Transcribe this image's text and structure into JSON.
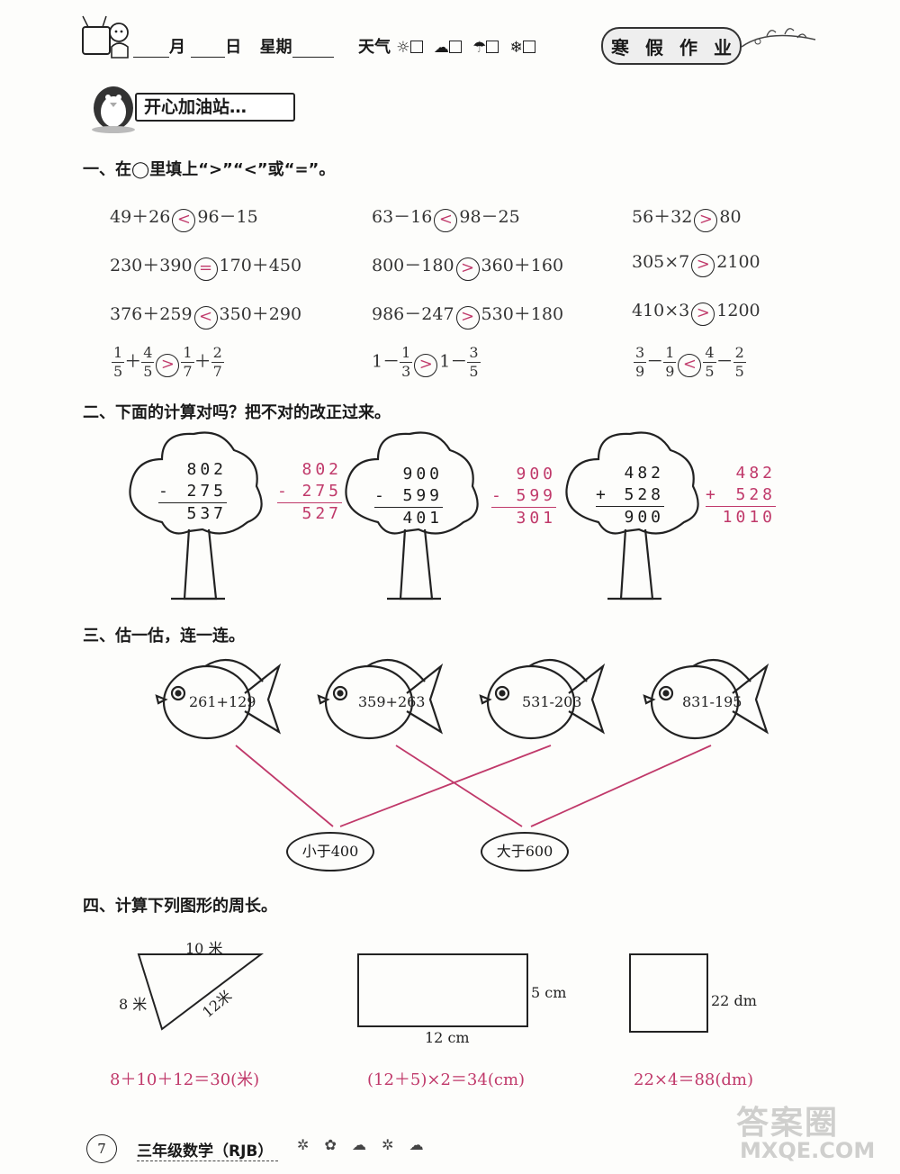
{
  "header": {
    "month": "月",
    "day": "日",
    "weekday": "星期",
    "weather": "天气",
    "badge": [
      "寒",
      "假",
      "作",
      "业"
    ]
  },
  "banner": {
    "title": "开心加油站…"
  },
  "q1": {
    "title": "一、在◯里填上“>”“<”或“=”。",
    "rows": [
      [
        {
          "l": "49＋26",
          "op": "<",
          "r": "96－15"
        },
        {
          "l": "63－16",
          "op": "<",
          "r": "98－25"
        },
        {
          "l": "56＋32",
          "op": ">",
          "r": "80"
        }
      ],
      [
        {
          "l": "230＋390",
          "op": "=",
          "r": "170＋450"
        },
        {
          "l": "800－180",
          "op": ">",
          "r": "360＋160"
        },
        {
          "l": "305×7",
          "op": ">",
          "r": "2100"
        }
      ],
      [
        {
          "l": "376＋259",
          "op": "<",
          "r": "350＋290"
        },
        {
          "l": "986－247",
          "op": ">",
          "r": "530＋180"
        },
        {
          "l": "410×3",
          "op": ">",
          "r": "1200"
        }
      ]
    ],
    "frac_row": [
      {
        "a_n": "1",
        "a_d": "5",
        "s1": "＋",
        "b_n": "4",
        "b_d": "5",
        "op": ">",
        "c_n": "1",
        "c_d": "7",
        "s2": "＋",
        "d_n": "2",
        "d_d": "7"
      },
      {
        "pre": "1－",
        "b_n": "1",
        "b_d": "3",
        "op": ">",
        "mid": "1－",
        "d_n": "3",
        "d_d": "5"
      },
      {
        "a_n": "3",
        "a_d": "9",
        "s1": "－",
        "b_n": "1",
        "b_d": "9",
        "op": "<",
        "c_n": "4",
        "c_d": "5",
        "s2": "－",
        "d_n": "2",
        "d_d": "5"
      }
    ]
  },
  "q2": {
    "title": "二、下面的计算对吗？把不对的改正过来。",
    "items": [
      {
        "a": "802",
        "op": "-",
        "b": "275",
        "res": "537",
        "ans_a": "802",
        "ans_op": "-",
        "ans_b": "275",
        "ans_res": "527"
      },
      {
        "a": "900",
        "op": "-",
        "b": "599",
        "res": "401",
        "ans_a": "900",
        "ans_op": "-",
        "ans_b": "599",
        "ans_res": "301"
      },
      {
        "a": "482",
        "op": "+",
        "b": "528",
        "res": "900",
        "ans_a": "482",
        "ans_op": "+",
        "ans_b": "528",
        "ans_res": "1010"
      }
    ]
  },
  "q3": {
    "title": "三、估一估，连一连。",
    "fish": [
      "261+129",
      "359+263",
      "531-203",
      "831-195"
    ],
    "targets": [
      "小于400",
      "大于600"
    ]
  },
  "q4": {
    "title": "四、计算下列图形的周长。",
    "triangle": {
      "top": "10 米",
      "left": "8 米",
      "hyp": "12米"
    },
    "rect": {
      "side": "5 cm",
      "bottom": "12 cm"
    },
    "square": {
      "side": "22 dm"
    },
    "answers": [
      "8＋10＋12＝30(米)",
      "(12＋5)×2＝34(cm)",
      "22×4＝88(dm)"
    ]
  },
  "footer": {
    "page": "7",
    "book": "三年级数学（RJB）"
  },
  "watermark": {
    "brand": "答案圈",
    "site": "MXQE.COM"
  },
  "colors": {
    "answer": "#c0396a",
    "ink": "#1a1a1a"
  }
}
